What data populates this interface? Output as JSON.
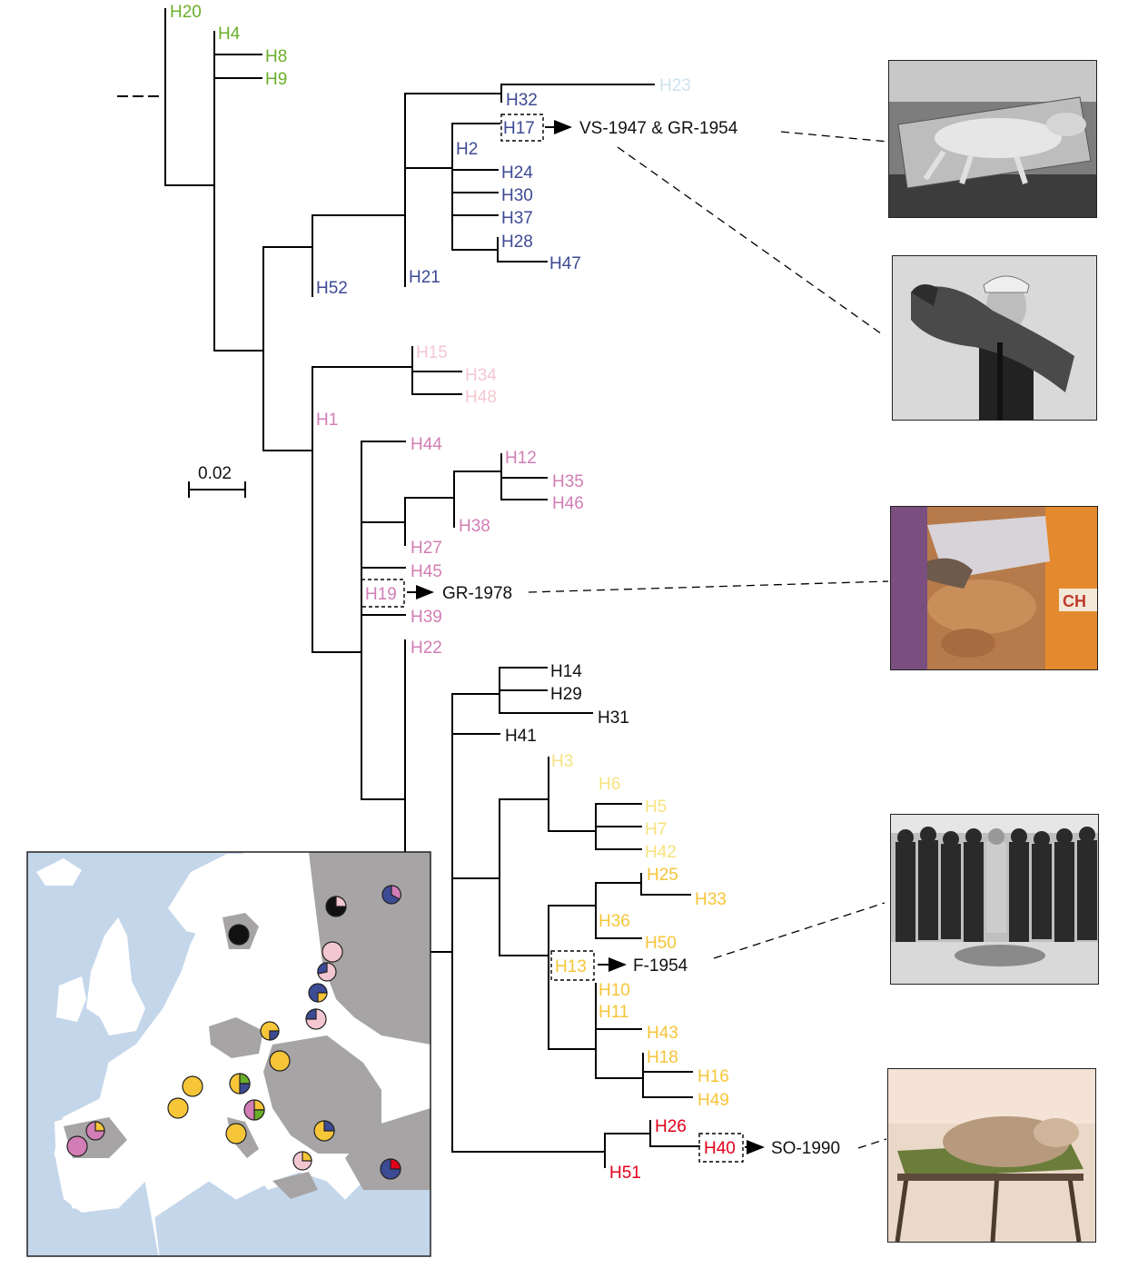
{
  "colors": {
    "green": "#6aaf2a",
    "blue": "#3d4a94",
    "lightblue": "#cde3ef",
    "lightpink": "#f3c7d2",
    "pink": "#d27db5",
    "black": "#111111",
    "yellow": "#f6c538",
    "lightyellow": "#f7e37e",
    "red": "#e3001b",
    "map_land": "#a6a4a4",
    "map_sea": "#c4d6ea"
  },
  "scale_bar": {
    "label": "0.02"
  },
  "haplotypes": {
    "H20": "H20",
    "H4": "H4",
    "H8": "H8",
    "H9": "H9",
    "H23": "H23",
    "H32": "H32",
    "H17": "H17",
    "H2": "H2",
    "H24": "H24",
    "H30": "H30",
    "H37": "H37",
    "H28": "H28",
    "H47": "H47",
    "H21": "H21",
    "H52": "H52",
    "H15": "H15",
    "H34": "H34",
    "H48": "H48",
    "H1": "H1",
    "H44": "H44",
    "H12": "H12",
    "H35": "H35",
    "H46": "H46",
    "H38": "H38",
    "H27": "H27",
    "H45": "H45",
    "H19": "H19",
    "H39": "H39",
    "H22": "H22",
    "H14": "H14",
    "H29": "H29",
    "H31": "H31",
    "H41": "H41",
    "H3": "H3",
    "H6": "H6",
    "H5": "H5",
    "H7": "H7",
    "H42": "H42",
    "H25": "H25",
    "H33": "H33",
    "H36": "H36",
    "H50": "H50",
    "H13": "H13",
    "H10": "H10",
    "H11": "H11",
    "H43": "H43",
    "H18": "H18",
    "H16": "H16",
    "H49": "H49",
    "H26": "H26",
    "H40": "H40",
    "H51": "H51"
  },
  "specimens": {
    "vs_gr": "VS-1947 & GR-1954",
    "gr1978": "GR-1978",
    "f1954": "F-1954",
    "so1990": "SO-1990"
  },
  "photo_text": {
    "truck_sign": "CH"
  }
}
